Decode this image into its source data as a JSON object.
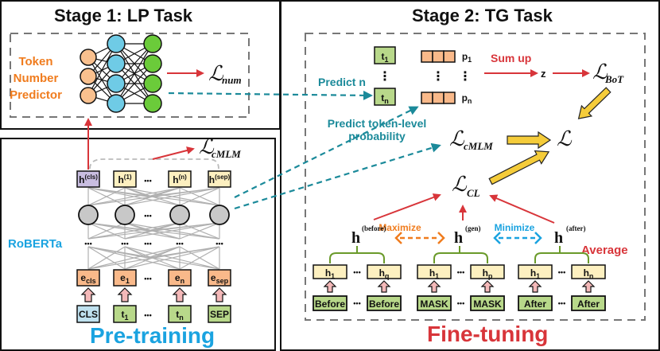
{
  "stage1": {
    "title": "Stage 1: LP Task",
    "predictor_label": [
      "Token",
      "Number",
      "Predictor"
    ],
    "loss_symbol": "ℒ",
    "loss_sub": "num"
  },
  "pretraining": {
    "title": "Pre-training",
    "model_label": "RoBERTa",
    "loss_symbol": "ℒ",
    "loss_sub": "cMLM",
    "hidden": [
      {
        "base": "h",
        "sup": "(cls)"
      },
      {
        "base": "h",
        "sup": "(1)"
      },
      {
        "base": "h",
        "sup": "(n)"
      },
      {
        "base": "h",
        "sup": "(sep)"
      }
    ],
    "embeddings": [
      {
        "base": "e",
        "sub": "cls"
      },
      {
        "base": "e",
        "sub": "1"
      },
      {
        "base": "e",
        "sub": "n"
      },
      {
        "base": "e",
        "sub": "sep"
      }
    ],
    "tokens": [
      {
        "base": "CLS",
        "sub": ""
      },
      {
        "base": "t",
        "sub": "1"
      },
      {
        "base": "t",
        "sub": "n"
      },
      {
        "base": "SEP",
        "sub": ""
      }
    ],
    "ellipsis": "•••"
  },
  "stage2": {
    "title": "Stage 2: TG Task",
    "predict_n": "Predict n",
    "predict_prob": [
      "Predict token-level",
      "probability"
    ],
    "tokens": [
      {
        "base": "t",
        "sub": "1"
      },
      {
        "base": "t",
        "sub": "n"
      }
    ],
    "probs": [
      {
        "base": "p",
        "sub": "1"
      },
      {
        "base": "p",
        "sub": "n"
      }
    ],
    "vdots": "⋮",
    "sum_up": "Sum up",
    "z": "z",
    "loss_bot_sub": "BoT",
    "loss_cmlm_sub": "cMLM",
    "loss_cl_sub": "CL",
    "loss_symbol": "ℒ",
    "maximize": "Maximize",
    "minimize": "Minimize",
    "average": "Average",
    "h_groups": [
      {
        "sup": "(before)",
        "items": [
          {
            "base": "h",
            "sub": "1"
          },
          {
            "base": "h",
            "sub": "q"
          }
        ],
        "tokens": [
          "Before",
          "Before"
        ]
      },
      {
        "sup": "(gen)",
        "items": [
          {
            "base": "h",
            "sub": "1"
          },
          {
            "base": "h",
            "sub": "p"
          }
        ],
        "tokens": [
          "MASK",
          "MASK"
        ]
      },
      {
        "sup": "(after)",
        "items": [
          {
            "base": "h",
            "sub": "1"
          },
          {
            "base": "h",
            "sub": "n"
          }
        ],
        "tokens": [
          "After",
          "After"
        ]
      }
    ],
    "h_base": "h"
  },
  "finetuning": {
    "title": "Fine-tuning"
  },
  "colors": {
    "orange_text": "#f07c1e",
    "blue_text": "#1aa3e0",
    "red": "#d8353a",
    "teal": "#1b8a9a",
    "yellow": "#f5cc3a",
    "cls_box": "#c8bde0",
    "h_box": "#fdf0c0",
    "e_box": "#f9b98a",
    "t_box": "#b8d88a",
    "cls_token": "#bfe1ef",
    "node_orange": "#f9c08e",
    "node_blue": "#6fcbe6",
    "node_green": "#6bcb3a",
    "node_gray": "#c8c8c8"
  }
}
